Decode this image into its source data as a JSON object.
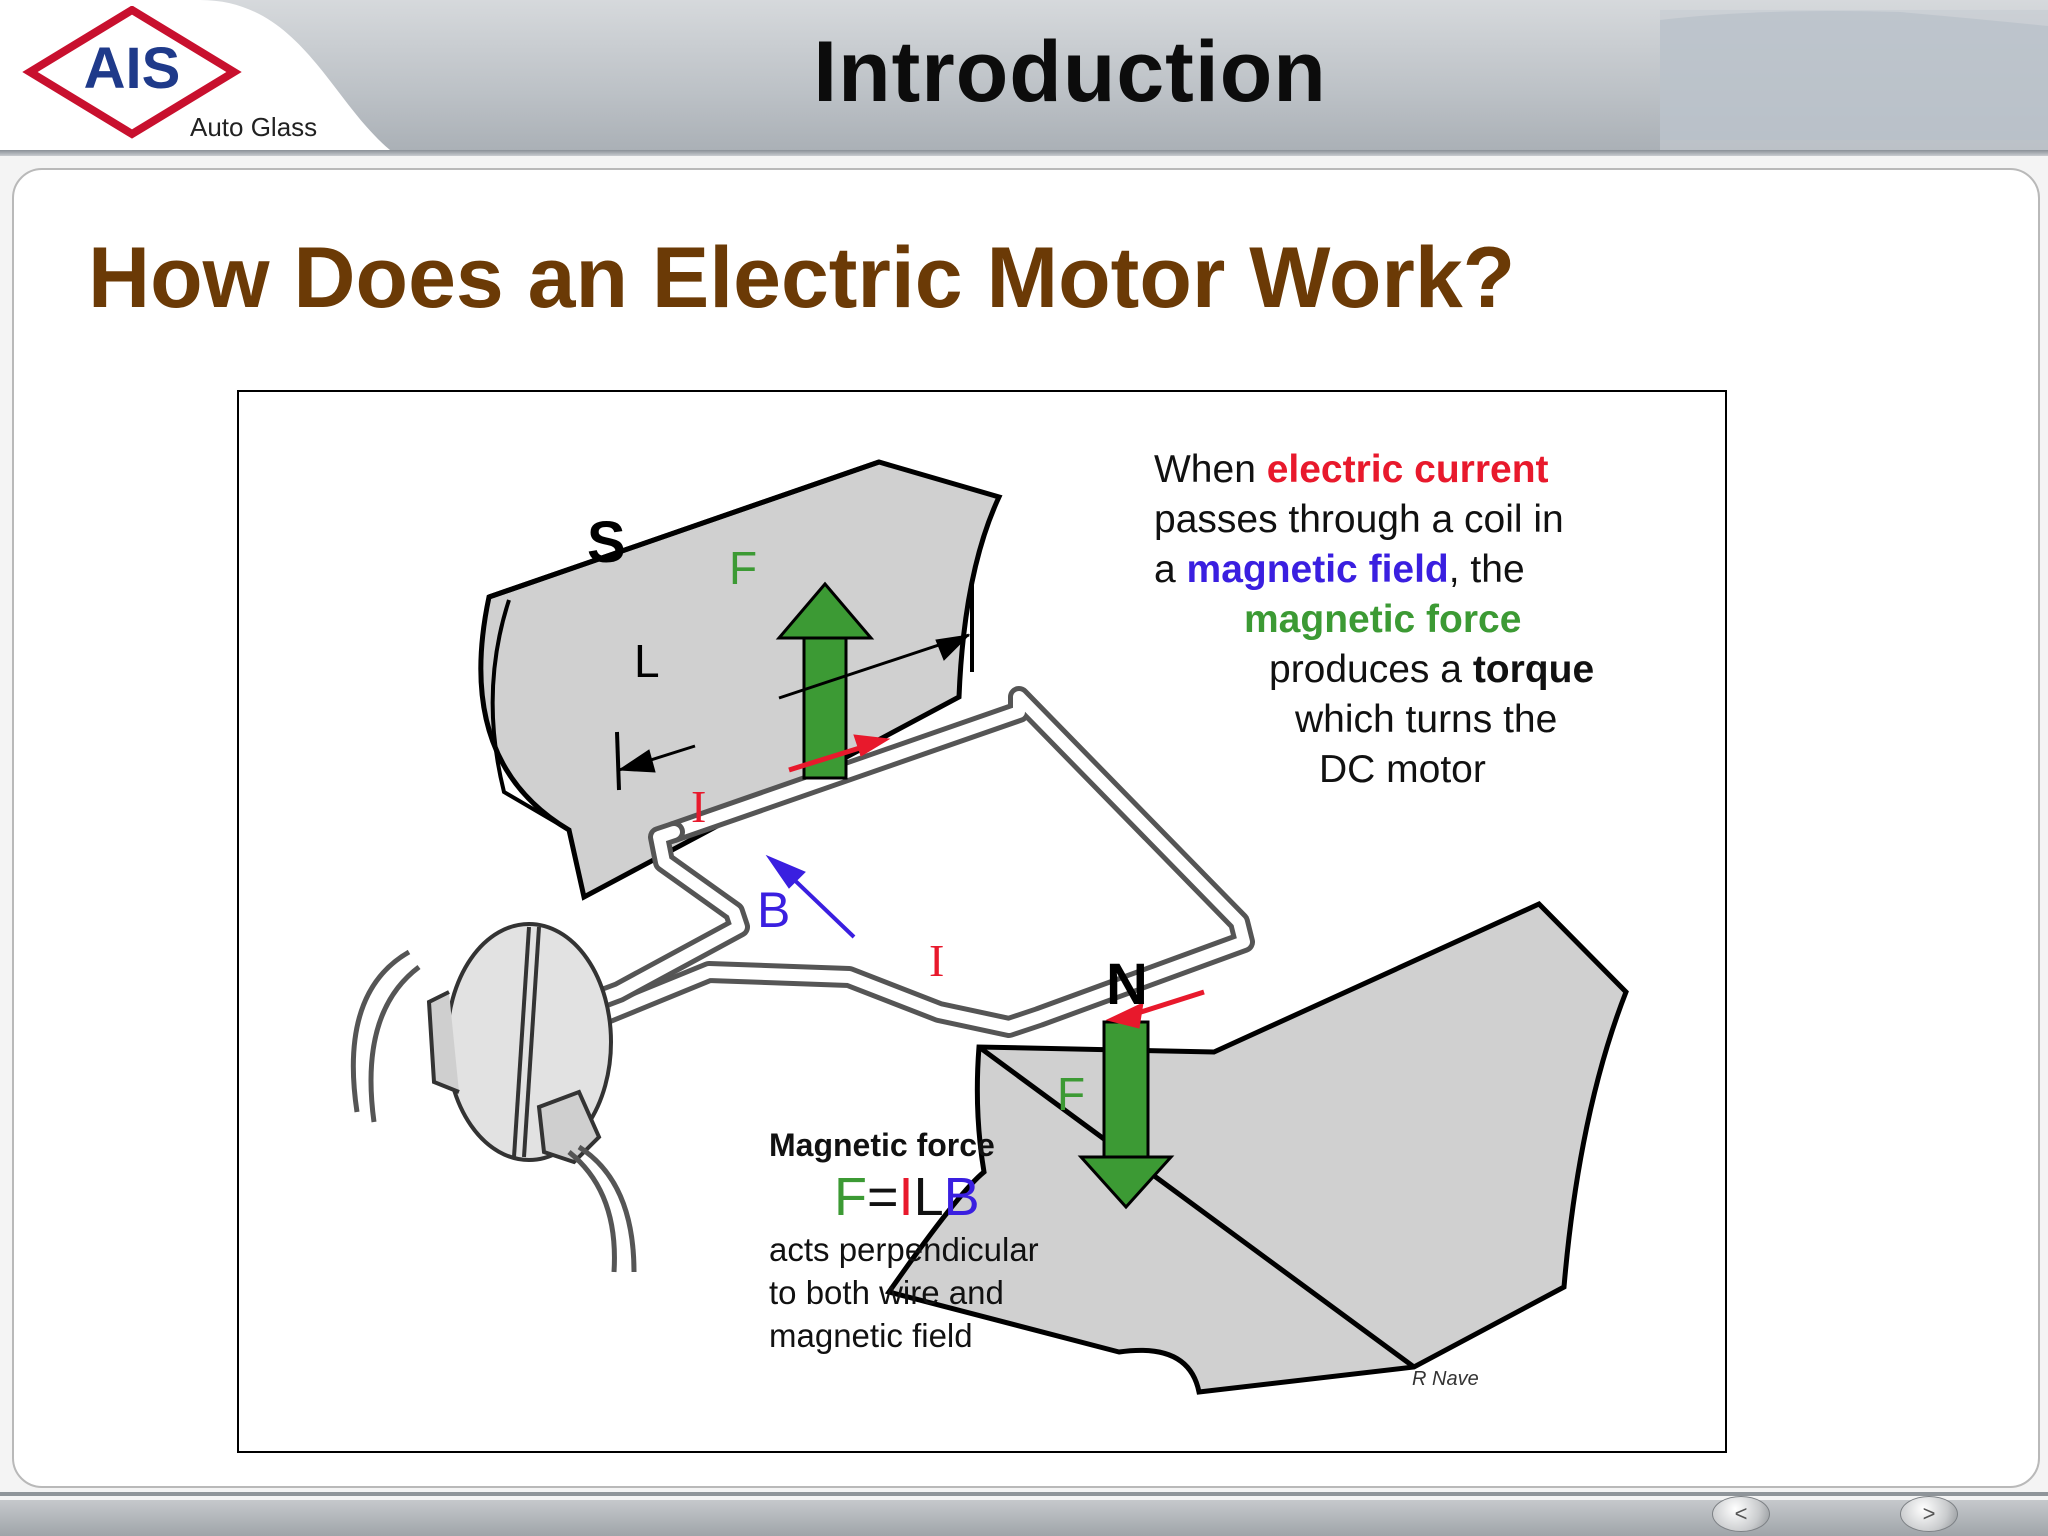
{
  "header": {
    "logo_text": "AIS",
    "logo_subtext": "Auto  Glass",
    "title": "Introduction"
  },
  "slide": {
    "question": "How Does an Electric Motor Work?"
  },
  "figure": {
    "pole_south": "S",
    "pole_north": "N",
    "label_force": "F",
    "label_length": "L",
    "label_current": "I",
    "label_field": "B",
    "description": {
      "p1": "When ",
      "p2": "electric current",
      "p3": "passes through a  coil in",
      "p4": "a ",
      "p5": "magnetic field",
      "p6": ", the",
      "p7": "magnetic force",
      "p8": "produces a ",
      "p9": "torque",
      "p10": "which turns the",
      "p11": "DC motor"
    },
    "formula_caption": "Magnetic force",
    "formula": {
      "f": "F",
      "eq": "=",
      "i": "I",
      "l": "L",
      "b": "B"
    },
    "formula_note": [
      "acts perpendicular",
      "to both wire and",
      "magnetic field"
    ],
    "credit": "R Nave"
  },
  "footer": {
    "prev_icon": "<",
    "next_icon": ">"
  },
  "colors": {
    "title_brown": "#6b3a06",
    "current_red": "#e8192c",
    "field_blue": "#3a1fe0",
    "force_green": "#3c9a34",
    "magnet_gray": "#d0d0d0"
  }
}
